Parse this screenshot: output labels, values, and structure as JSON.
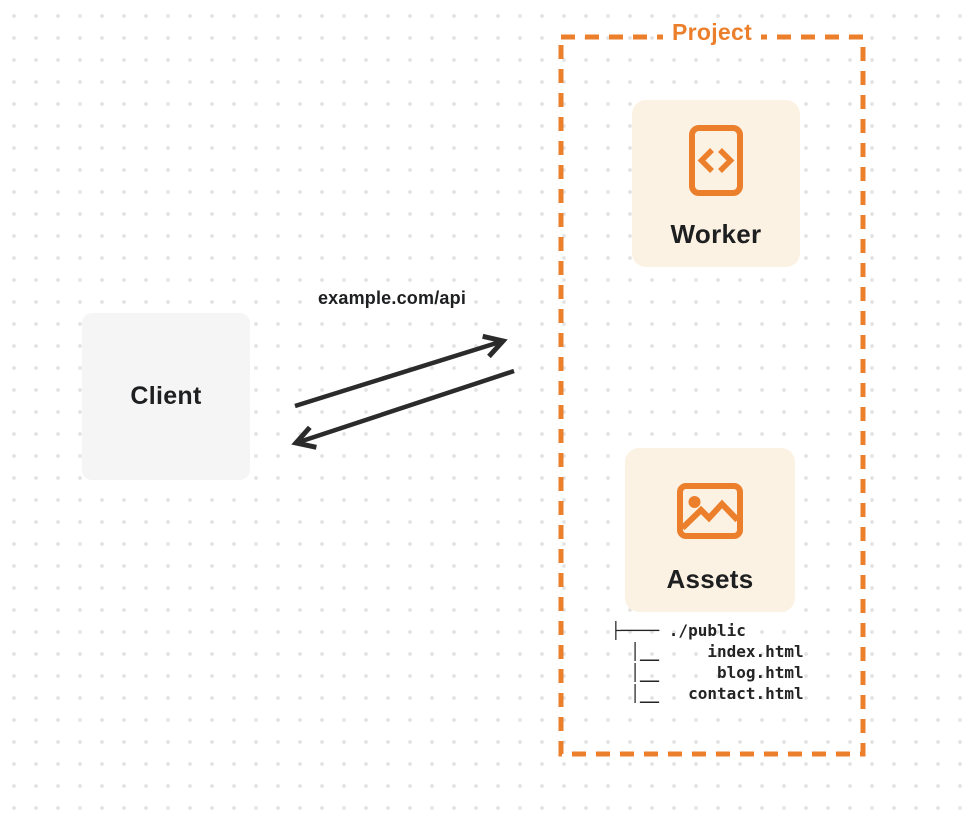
{
  "diagram": {
    "client": {
      "label": "Client"
    },
    "request_label": "example.com/api",
    "project": {
      "label": "Project",
      "worker": {
        "label": "Worker",
        "icon": "code-icon"
      },
      "assets": {
        "label": "Assets",
        "icon": "image-icon"
      },
      "file_tree": {
        "lines": [
          "├──── ./public",
          "  │__     index.html",
          "  │__      blog.html",
          "  │__   contact.html"
        ]
      }
    },
    "colors": {
      "accent_orange": "#ec7f2b",
      "card_cream": "#fcf2e3",
      "client_gray": "#f5f5f6",
      "arrow_dark": "#2b2b2b",
      "text_dark": "#1e1f20",
      "dot_grid": "#e2e2e2"
    }
  }
}
